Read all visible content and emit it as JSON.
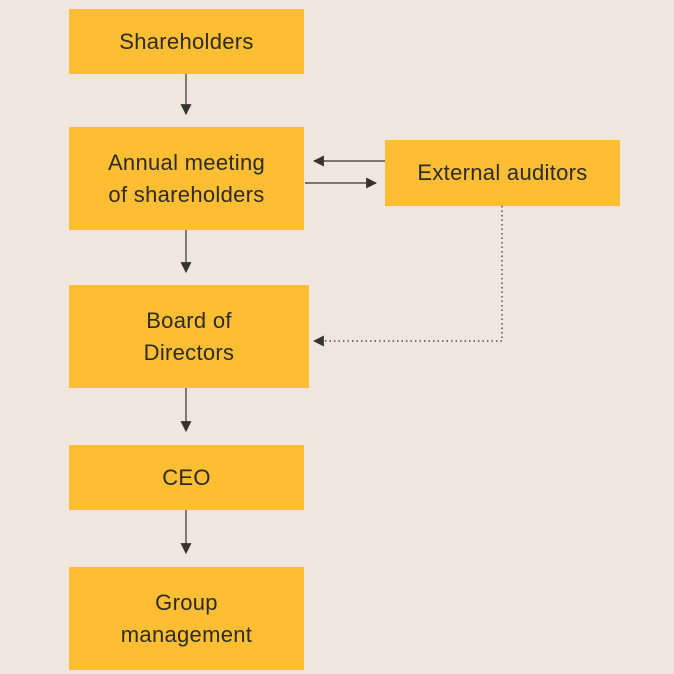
{
  "nodes": {
    "shareholders": "Shareholders",
    "annual_meeting": "Annual meeting\nof shareholders",
    "external_auditors": "External auditors",
    "board": "Board of\nDirectors",
    "ceo": "CEO",
    "group_management": "Group\nmanagement"
  },
  "colors": {
    "background": "#efe6de",
    "box": "#fdbe33",
    "text": "#2b2b2b",
    "arrow": "#333333"
  }
}
